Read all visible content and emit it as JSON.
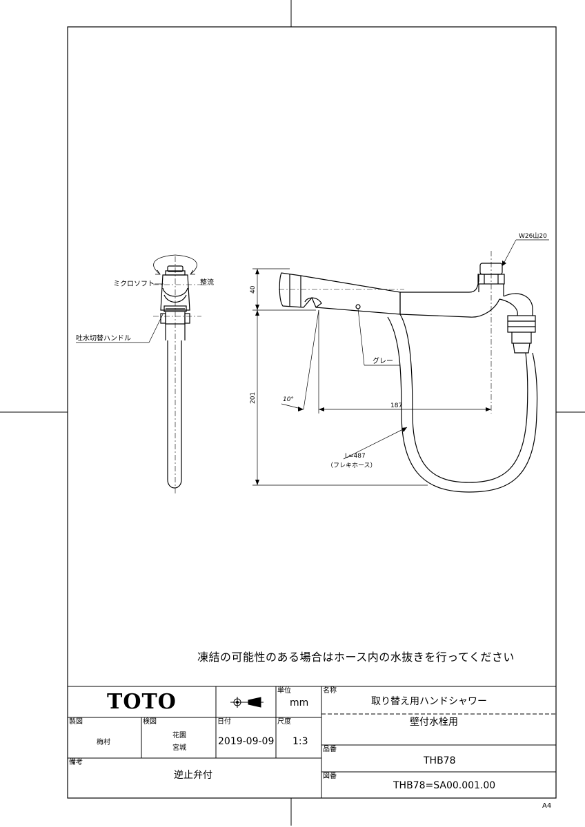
{
  "labels": {
    "microsoft": "ミクロソフト",
    "seiryu": "整流",
    "handle": "吐水切替ハンドル",
    "thread": "W26山20",
    "gray": "グレー",
    "dim_40": "40",
    "dim_201": "201",
    "dim_187": "187",
    "angle": "10°",
    "hose_len": "L=487",
    "hose_type": "（フレキホース）"
  },
  "note": "凍結の可能性のある場合はホース内の水抜きを行ってください",
  "title_block": {
    "logo": "TOTO",
    "unit_label": "単位",
    "unit": "mm",
    "name_label": "名称",
    "name": "取り替え用ハンドシャワー",
    "subname": "壁付水栓用",
    "made_label": "製図",
    "made_by": "梅村",
    "checked_label": "検図",
    "checked_by_1": "花園",
    "checked_by_2": "宮城",
    "date_label": "日付",
    "date": "2019-09-09",
    "scale_label": "尺度",
    "scale": "1:3",
    "part_label": "品番",
    "part": "THB78",
    "remarks_label": "備考",
    "remarks": "逆止弁付",
    "drawing_label": "図番",
    "drawing_no": "THB78=SA00.001.00",
    "paper": "A4"
  }
}
